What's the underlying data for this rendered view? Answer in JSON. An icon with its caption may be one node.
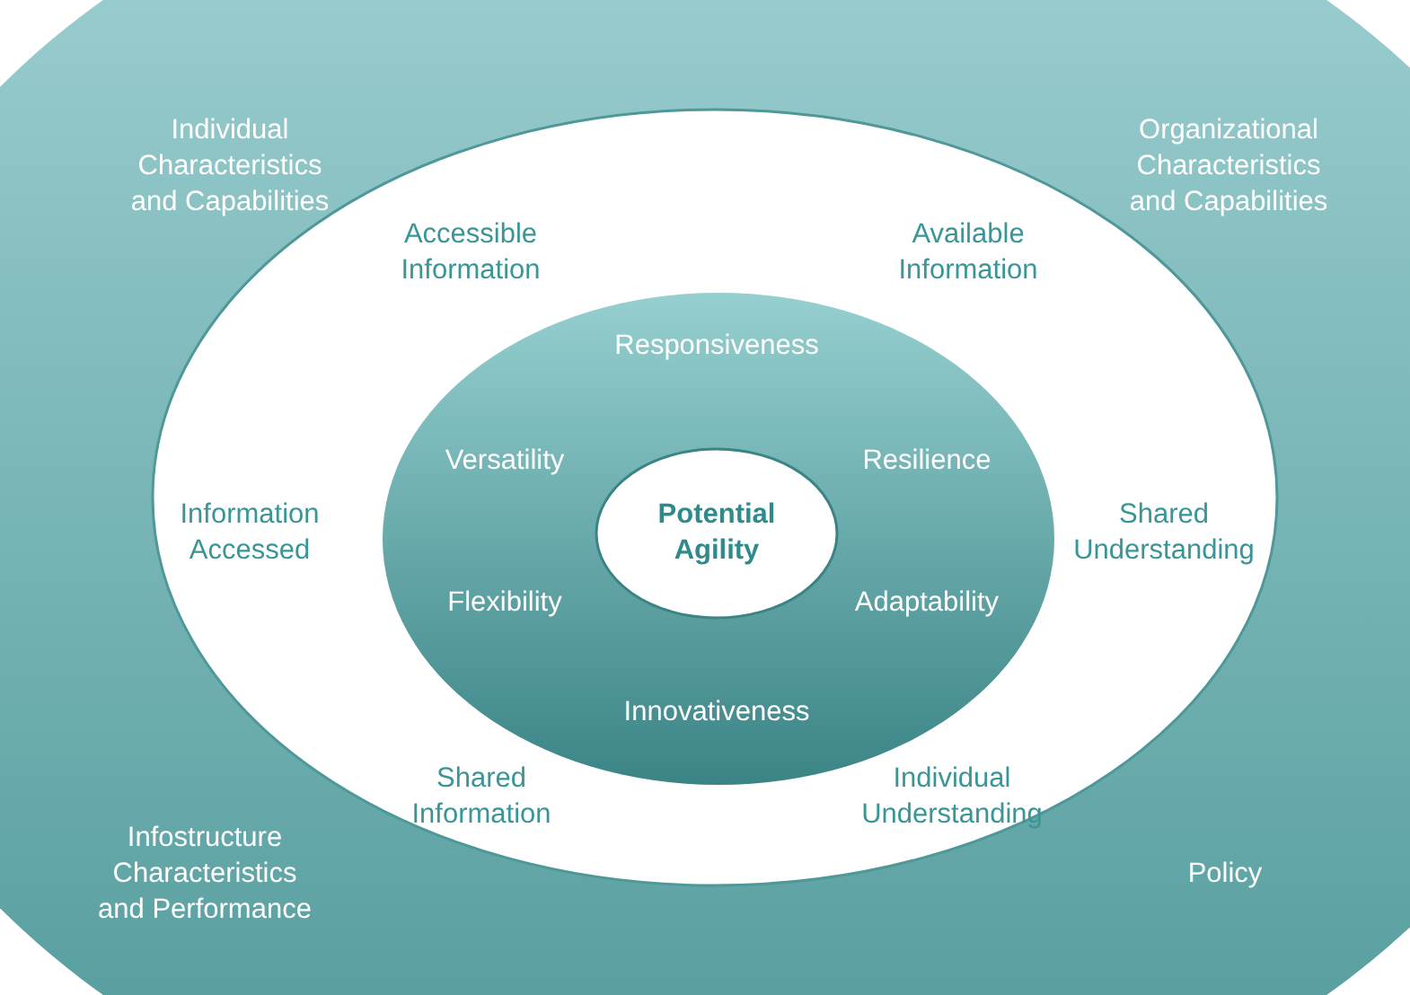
{
  "diagram": {
    "nodes": [
      {
        "text": [
          "Individual Characteristics and Capabilities",
          "Organizational Characteristics and Capabilities",
          "Infostructure Characteristics and Performance",
          "Policy"
        ]
      },
      {
        "text": [
          "Accessible Information",
          "Available Information",
          "Information Accessed",
          "Shared Understanding",
          "Shared Information",
          "Individual Understanding"
        ],
        "in": 0
      },
      {
        "text": [
          "Responsiveness",
          "Versatility",
          "Resilience",
          "Flexibility",
          "Adaptability",
          "Innovativeness"
        ],
        "in": 1
      },
      {
        "text": [
          "Potential Agility"
        ],
        "in": 2
      }
    ]
  }
}
